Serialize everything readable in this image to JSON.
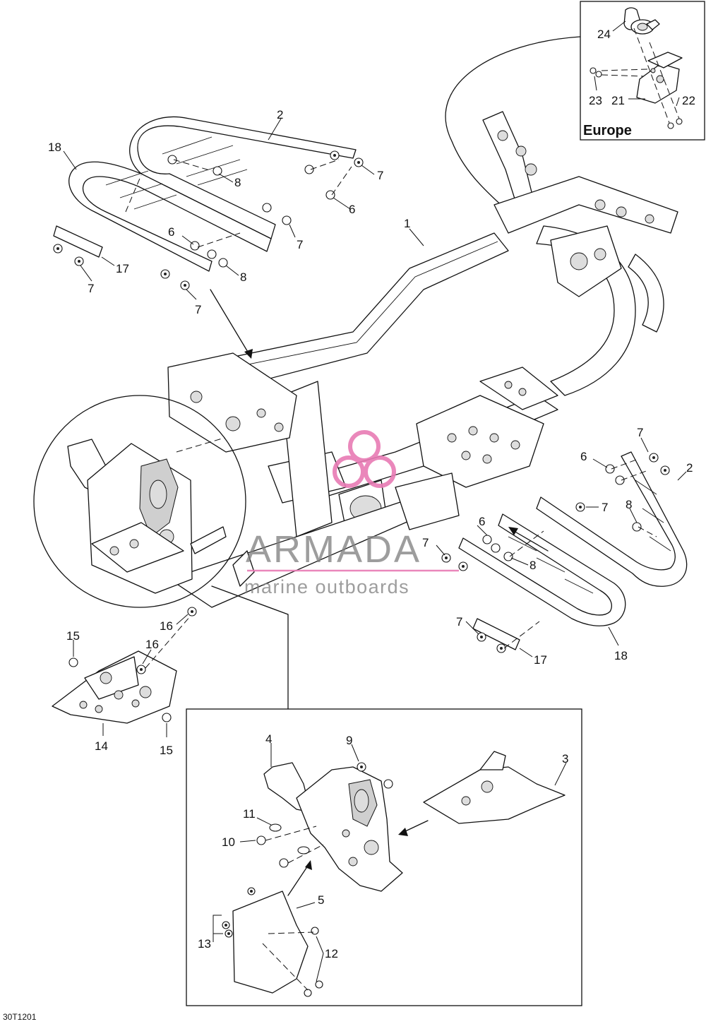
{
  "region_label": "Europe",
  "figure_code": "30T1201",
  "watermark": {
    "brand": "ARMADA",
    "tagline": "marine outboards",
    "accent_color": "#e87bb4",
    "text_color": "#7f7f7f"
  },
  "callouts": {
    "c1": "1",
    "c2_rear": "2",
    "c2_front": "2",
    "c3": "3",
    "c4": "4",
    "c5": "5",
    "c6_rear_top": "6",
    "c6_rear_mid": "6",
    "c6_front_top": "6",
    "c6_front_mid": "6",
    "c7_rear_a": "7",
    "c7_rear_b": "7",
    "c7_rear_c": "7",
    "c7_rear_d": "7",
    "c7_front_top": "7",
    "c7_front_mid": "7",
    "c7_center": "7",
    "c7_front_low": "7",
    "c8_rear_top": "8",
    "c8_rear_mid": "8",
    "c8_front_top": "8",
    "c8_front_mid": "8",
    "c9": "9",
    "c10": "10",
    "c11": "11",
    "c12": "12",
    "c13": "13",
    "c14": "14",
    "c15_top": "15",
    "c15_bot": "15",
    "c16_a": "16",
    "c16_b": "16",
    "c17_rear": "17",
    "c17_front": "17",
    "c18_rear": "18",
    "c18_front": "18",
    "c21": "21",
    "c22": "22",
    "c23": "23",
    "c24": "24"
  },
  "icons": [
    "frame-icon",
    "bumper-icon",
    "bracket-icon",
    "bolt-icon",
    "nut-icon",
    "ignition-switch-icon"
  ]
}
